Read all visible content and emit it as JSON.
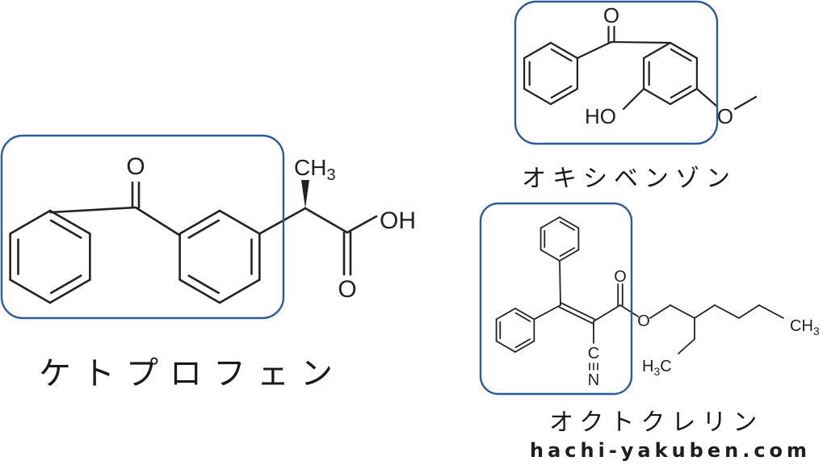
{
  "molecules": {
    "ketoprofen": {
      "name": "ケトプロフェン",
      "labels": {
        "o_ketone": "O",
        "ch3": "CH",
        "ch3_sub": "3",
        "oh": "OH",
        "o_acid": "O"
      }
    },
    "oxybenzone": {
      "name": "オキシベンゾン",
      "labels": {
        "o_ketone": "O",
        "ho": "HO",
        "o_ether": "O"
      }
    },
    "octocrylene": {
      "name": "オクトクレリン",
      "labels": {
        "o_carbonyl": "O",
        "o_ester": "O",
        "c_nitrile": "C",
        "n_nitrile": "N",
        "ch3": "CH",
        "ch3_sub": "3",
        "h3c": "H",
        "h3c_sub": "3",
        "h3c_c": "C"
      }
    }
  },
  "site": "hachi-yakuben.com",
  "colors": {
    "highlight_box": "#2b5aa0",
    "bond": "#222222"
  }
}
